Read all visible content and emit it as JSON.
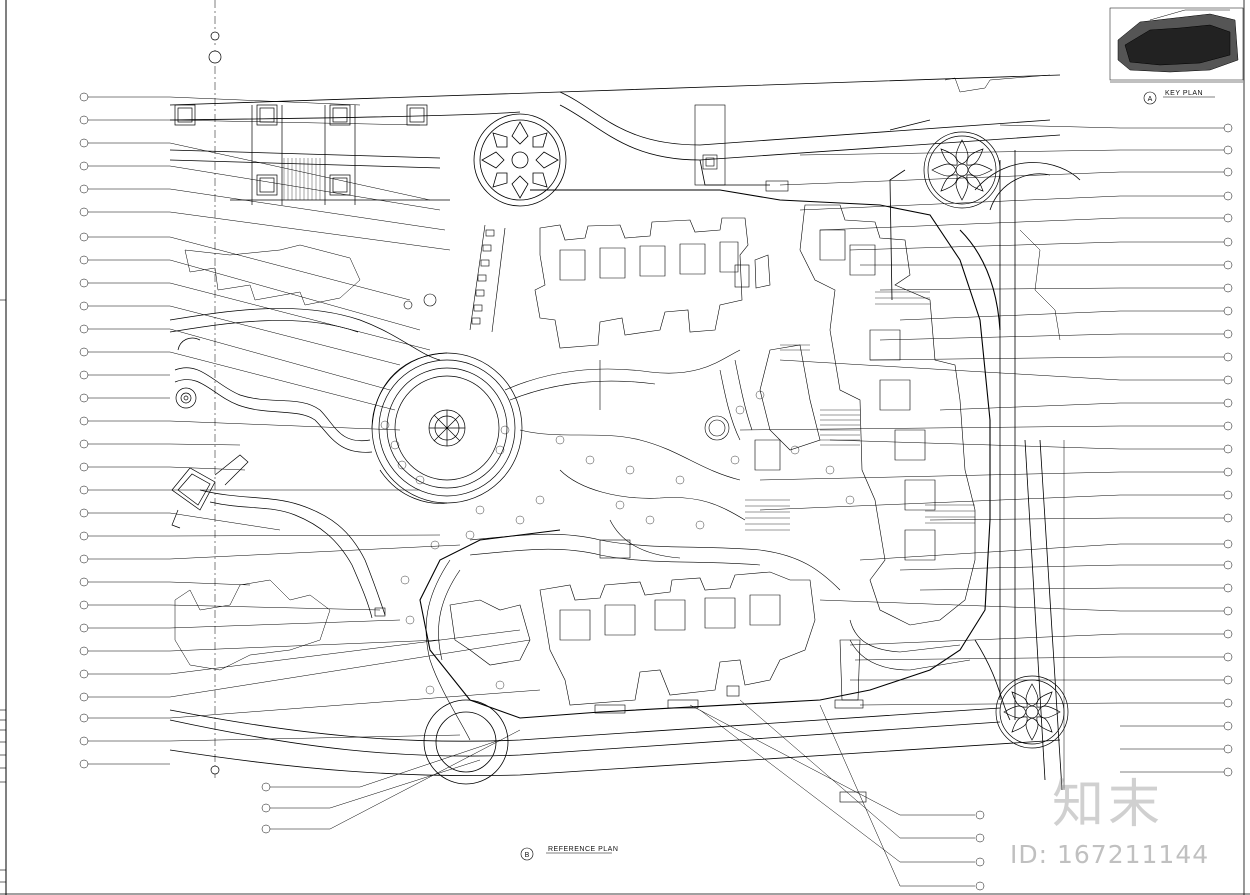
{
  "drawing": {
    "key_plan_title": "KEY PLAN",
    "key_plan_marker": "A",
    "reference_plan_title": "REFERENCE PLAN",
    "reference_plan_marker": "B"
  },
  "watermark": {
    "brand": "知末",
    "id_text": "ID: 167211144"
  },
  "colors": {
    "line": "#000000",
    "paper": "#ffffff",
    "watermark": "#9a9a9a"
  }
}
